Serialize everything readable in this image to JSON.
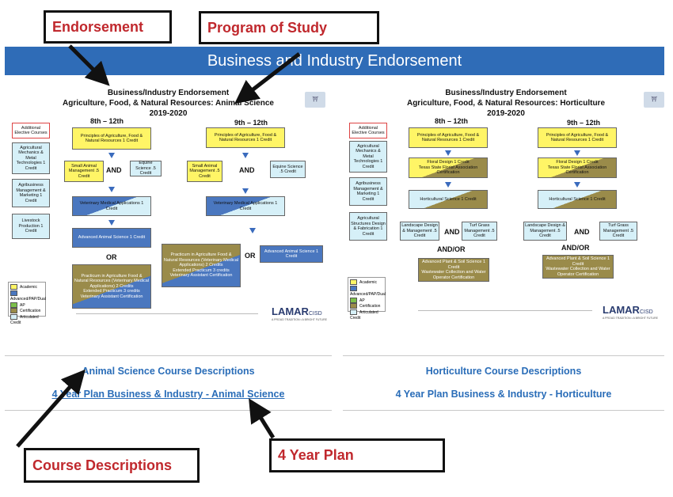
{
  "banner": {
    "title": "Business and Industry Endorsement"
  },
  "callouts": {
    "endorsement": "Endorsement",
    "program_of_study": "Program of Study",
    "course_descriptions": "Course Descriptions",
    "four_year_plan": "4 Year Plan"
  },
  "left": {
    "title1": "Business/Industry Endorsement",
    "title2": "Agriculture, Food, & Natural Resources: Animal Science",
    "title3": "2019-2020",
    "col1_years": "8th – 12th",
    "col2_years": "9th – 12th",
    "additional": "Additional Elective Courses",
    "electives": [
      "Agricultural Mechanics & Metal Technologies 1 Credit",
      "Agribusiness Management & Marketing 1 Credit",
      "Livestock Production 1 Credit"
    ],
    "principles": "Principles of Agriculture, Food & Natural Resources 1 Credit",
    "small_animal": "Small Animal Management .5 Credit",
    "equine": "Equine Science .5 Credit",
    "and": "AND",
    "or": "OR",
    "vet_med": "Veterinary Medical Applications 1 Credit",
    "adv_animal": "Advanced Animal Science 1 Credit",
    "practicum": "Practicum in Agriculture Food & Natural Resources (Veterinary Medical Applications) 2 Credits",
    "extended": "Extended Practicum 3 credits",
    "vet_cert": "Veterinary Assistant Certification",
    "sign_link": "Animal Science Course Descriptions",
    "plan_link": "4 Year Plan Business & Industry - Animal Science"
  },
  "right": {
    "title1": "Business/Industry Endorsement",
    "title2": "Agriculture, Food, & Natural Resources: Horticulture",
    "title3": "2019-2020",
    "col1_years": "8th – 12th",
    "col2_years": "9th – 12th",
    "additional": "Additional Elective Courses",
    "electives": [
      "Agricultural Mechanics & Metal Technologies 1 Credit",
      "Agribusiness Management & Marketing 1 Credit",
      "Agricultural Structures Design & Fabrication 1 Credit"
    ],
    "principles": "Principles of Agriculture, Food & Natural Resources 1 Credit",
    "floral": "Floral Design 1 Credit",
    "florist_cert": "Texas State Florist Association Certification",
    "horticultural": "Horticultural Science 1 Credit",
    "landscape": "Landscape Design & Management .5 Credit",
    "turf": "Turf Grass Management .5 Credit",
    "and": "AND",
    "andor": "AND/OR",
    "adv_plant": "Advanced Plant & Soil Science 1 Credit",
    "plant_cert": "Wastewater Collection and Water Operator Certification",
    "sign_link": "Horticulture Course Descriptions",
    "plan_link": "4 Year Plan Business & Industry - Horticulture"
  },
  "legend": [
    "Academic",
    "Advanced/PAP/Dual",
    "AP",
    "Certification",
    "Articulated Credit"
  ],
  "legend_colors": [
    "#fff566",
    "#4a77bf",
    "#7cc04a",
    "#9a8b4a",
    "#d6f0f8"
  ],
  "logo": {
    "name": "LAMAR",
    "suffix": "CISD",
    "tagline": "A PROUD TRADITION • A BRIGHT FUTURE"
  }
}
